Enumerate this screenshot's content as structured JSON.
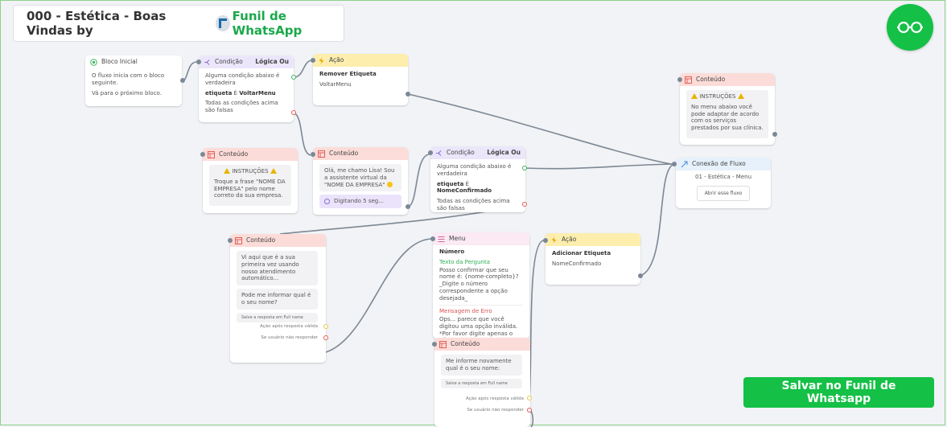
{
  "header": {
    "title": "000 - Estética - Boas Vindas by",
    "brand": "Funil de WhatsApp"
  },
  "save_button": "Salvar no Funil de Whatsapp",
  "colors": {
    "accent": "#14c046",
    "brand_text": "#1aa84a"
  },
  "icons": {
    "view": "glasses-icon"
  },
  "nodes": {
    "start": {
      "title": "Bloco Inicial",
      "line1": "O fluxo inicia com o bloco seguinte.",
      "line2": "Vá para o próximo bloco."
    },
    "cond1": {
      "title": "Condição",
      "logic": "Lógica Ou",
      "line1": "Alguma condição abaixo é verdadeira",
      "key": "etiqueta",
      "op": "É",
      "val": "VoltarMenu",
      "line2": "Todas as condições acima são falsas"
    },
    "acao1": {
      "title": "Ação",
      "action": "Remover Etiqueta",
      "value": "VoltarMenu"
    },
    "cont_instr1": {
      "title": "Conteúdo",
      "heading": "INSTRUÇÕES",
      "text": "Troque a frase \"NOME DA EMPRESA\" pelo nome correto da sua empresa."
    },
    "cont_greet": {
      "title": "Conteúdo",
      "text": "Olá, me chamo Lisa! Sou a assistente virtual da \"NOME DA EMPRESA\"",
      "typing": "Digitando 5 seg..."
    },
    "cond2": {
      "title": "Condição",
      "logic": "Lógica Ou",
      "line1": "Alguma condição abaixo é verdadeira",
      "key": "etiqueta",
      "op": "É",
      "val": "NomeConfirmado",
      "line2": "Todas as condições acima são falsas"
    },
    "cont_instr2": {
      "title": "Conteúdo",
      "heading": "INSTRUÇÕES",
      "text": "No menu abaixo você pode adaptar de acordo com os serviços prestados por sua clínica."
    },
    "conexao": {
      "title": "Conexão de Fluxo",
      "flow": "01 - Estética - Menu",
      "button": "Abrir esse fluxo"
    },
    "cont_ask": {
      "title": "Conteúdo",
      "msg1": "Vi aqui que é a sua primeira vez usando nosso atendimento automático...",
      "msg2": "Pode me informar qual é o seu nome?",
      "save_to": "Salve a resposta em Full name",
      "valid": "Ação após resposta válida",
      "noreply": "Se usuário não responder"
    },
    "menu": {
      "title": "Menu",
      "type": "Número",
      "q_label": "Texto da Pergunta",
      "question": "Posso confirmar que seu nome é: {nome-completo}? _Digite o número correspondente a opção desejada_",
      "err_label": "Mensagem de Erro",
      "error": "Ops... parece que você digitou uma opção inválida. *Por favor digite apenas o número"
    },
    "acao2": {
      "title": "Ação",
      "action": "Adicionar Etiqueta",
      "value": "NomeConfirmado"
    },
    "cont_ask2": {
      "title": "Conteúdo",
      "msg": "Me informe novamente qual é o seu nome:",
      "save_to": "Salve a resposta em Full name",
      "valid": "Ação após resposta válida",
      "noreply": "Se usuário não responder"
    }
  }
}
